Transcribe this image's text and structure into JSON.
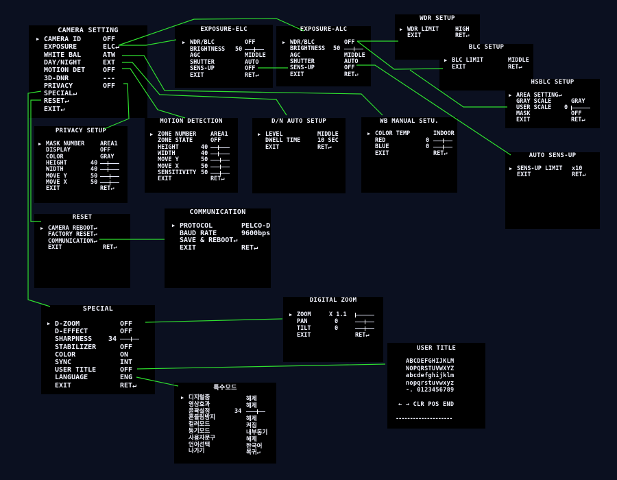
{
  "camera_setting": {
    "title": "CAMERA SETTING",
    "items": [
      {
        "label": "CAMERA ID",
        "value": "OFF"
      },
      {
        "label": "EXPOSURE",
        "value": "ELC↵"
      },
      {
        "label": "WHITE BAL",
        "value": "ATW"
      },
      {
        "label": "DAY/NIGHT",
        "value": "EXT"
      },
      {
        "label": "MOTION DET",
        "value": "OFF"
      },
      {
        "label": "3D-DNR",
        "value": "---"
      },
      {
        "label": "PRIVACY",
        "value": "OFF"
      },
      {
        "label": "SPECIAL↵",
        "value": ""
      },
      {
        "label": "RESET↵",
        "value": ""
      },
      {
        "label": "EXIT↵",
        "value": ""
      }
    ]
  },
  "exposure_elc": {
    "title": "EXPOSURE-ELC",
    "items": [
      {
        "label": "WDR/BLC",
        "value": "OFF"
      },
      {
        "label": "BRIGHTNESS",
        "num": "50",
        "slider": 0.5
      },
      {
        "label": "AGC",
        "value": "MIDDLE"
      },
      {
        "label": "SHUTTER",
        "value": "AUTO"
      },
      {
        "label": "SENS-UP",
        "value": "OFF"
      },
      {
        "label": "EXIT",
        "value": "RET↵"
      }
    ]
  },
  "exposure_alc": {
    "title": "EXPOSURE-ALC",
    "items": [
      {
        "label": "WDR/BLC",
        "value": "OFF"
      },
      {
        "label": "BRIGHTNESS",
        "num": "50",
        "slider": 0.5
      },
      {
        "label": "AGC",
        "value": "MIDDLE"
      },
      {
        "label": "SHUTTER",
        "value": "AUTO"
      },
      {
        "label": "SENS-UP",
        "value": "OFF"
      },
      {
        "label": "EXIT",
        "value": "RET↵"
      }
    ]
  },
  "wdr_setup": {
    "title": "WDR SETUP",
    "items": [
      {
        "label": "WDR LIMIT",
        "value": "HIGH"
      },
      {
        "label": "EXIT",
        "value": "RET↵"
      }
    ]
  },
  "blc_setup": {
    "title": "BLC SETUP",
    "items": [
      {
        "label": "BLC LIMIT",
        "value": "MIDDLE"
      },
      {
        "label": "EXIT",
        "value": "RET↵"
      }
    ]
  },
  "hsblc_setup": {
    "title": "HSBLC SETUP",
    "items": [
      {
        "label": "AREA SETTING↵",
        "value": ""
      },
      {
        "label": "GRAY SCALE",
        "value": "GRAY"
      },
      {
        "label": "USER SCALE",
        "num": "0",
        "slider": 0.0
      },
      {
        "label": "MASK",
        "value": "OFF"
      },
      {
        "label": "EXIT",
        "value": "RET↵"
      }
    ]
  },
  "auto_sens_up": {
    "title": "AUTO SENS-UP",
    "items": [
      {
        "label": "SENS-UP LIMIT",
        "value": "x10"
      },
      {
        "label": "EXIT",
        "value": "RET↵"
      }
    ]
  },
  "privacy_setup": {
    "title": "PRIVACY SETUP",
    "items": [
      {
        "label": "MASK NUMBER",
        "value": "AREA1"
      },
      {
        "label": "DISPLAY",
        "value": "OFF"
      },
      {
        "label": "COLOR",
        "value": "GRAY"
      },
      {
        "label": "HEIGHT",
        "num": "40",
        "slider": 0.4
      },
      {
        "label": "WIDTH",
        "num": "40",
        "slider": 0.4
      },
      {
        "label": "MOVE Y",
        "num": "50",
        "slider": 0.5
      },
      {
        "label": "MOVE X",
        "num": "50",
        "slider": 0.5
      },
      {
        "label": "EXIT",
        "value": "RET↵"
      }
    ]
  },
  "motion_detection": {
    "title": "MOTION DETECTION",
    "items": [
      {
        "label": "ZONE NUMBER",
        "value": "AREA1"
      },
      {
        "label": "ZONE STATE",
        "value": "OFF"
      },
      {
        "label": "HEIGHT",
        "num": "40",
        "slider": 0.4
      },
      {
        "label": "WIDTH",
        "num": "40",
        "slider": 0.4
      },
      {
        "label": "MOVE Y",
        "num": "50",
        "slider": 0.5
      },
      {
        "label": "MOVE X",
        "num": "50",
        "slider": 0.5
      },
      {
        "label": "SENSITIVITY",
        "num": "50",
        "slider": 0.5
      },
      {
        "label": "EXIT",
        "value": "RET↵"
      }
    ]
  },
  "dn_auto_setup": {
    "title": "D/N AUTO SETUP",
    "items": [
      {
        "label": "LEVEL",
        "value": "MIDDLE"
      },
      {
        "label": "DWELL TIME",
        "value": "10 SEC"
      },
      {
        "label": "EXIT",
        "value": "RET↵"
      }
    ]
  },
  "wb_manual": {
    "title": "WB MANUAL SETU.",
    "items": [
      {
        "label": "COLOR TEMP",
        "value": "INDOOR"
      },
      {
        "label": "RED",
        "num": "0",
        "slider": 0.5
      },
      {
        "label": "BLUE",
        "num": "0",
        "slider": 0.5
      },
      {
        "label": "EXIT",
        "value": "RET↵"
      }
    ]
  },
  "reset": {
    "title": "RESET",
    "items": [
      {
        "label": "CAMERA REBOOT↵",
        "value": ""
      },
      {
        "label": "FACTORY RESET↵",
        "value": ""
      },
      {
        "label": "COMMUNICATION↵",
        "value": ""
      },
      {
        "label": "EXIT",
        "value": "RET↵"
      }
    ]
  },
  "communication": {
    "title": "COMMUNICATION",
    "items": [
      {
        "label": "PROTOCOL",
        "value": "PELCO-D"
      },
      {
        "label": "BAUD RATE",
        "value": "9600bps"
      },
      {
        "label": "SAVE & REBOOT↵",
        "value": ""
      },
      {
        "label": "EXIT",
        "value": "RET↵"
      }
    ]
  },
  "special": {
    "title": "SPECIAL",
    "items": [
      {
        "label": "D-ZOOM",
        "value": "OFF"
      },
      {
        "label": "D-EFFECT",
        "value": "OFF"
      },
      {
        "label": "SHARPNESS",
        "num": "34",
        "slider": 0.6
      },
      {
        "label": "STABILIZER",
        "value": "OFF"
      },
      {
        "label": "COLOR",
        "value": "ON"
      },
      {
        "label": "SYNC",
        "value": "INT"
      },
      {
        "label": "USER TITLE",
        "value": "OFF"
      },
      {
        "label": "LANGUAGE",
        "value": "ENG"
      },
      {
        "label": "EXIT",
        "value": "RET↵"
      }
    ]
  },
  "digital_zoom": {
    "title": "DIGITAL ZOOM",
    "items": [
      {
        "label": "ZOOM",
        "num": "X 1.1",
        "slider": 0.0
      },
      {
        "label": "PAN",
        "num": "0",
        "slider": 0.5
      },
      {
        "label": "TILT",
        "num": "0",
        "slider": 0.5
      },
      {
        "label": "EXIT",
        "value": "RET↵"
      }
    ]
  },
  "user_title": {
    "title": "USER TITLE",
    "char_rows": [
      "ABCDEFGHIJKLM",
      "NOPQRSTUVWXYZ",
      "abcdefghijklm",
      "nopqrstuvwxyz",
      "-. 0123456789"
    ],
    "controls": "←  →  CLR POS END",
    "entry": "--------------------"
  },
  "special_korean": {
    "title": "특수모드",
    "items": [
      {
        "label": "디지털줌",
        "value": "해제"
      },
      {
        "label": "영상효과",
        "value": "해제"
      },
      {
        "label": "윤곽설정",
        "num": "34",
        "slider": 0.6
      },
      {
        "label": "흔들림방지",
        "value": "해제"
      },
      {
        "label": "컬러모드",
        "value": "켜짐"
      },
      {
        "label": "동기모드",
        "value": "내부동기"
      },
      {
        "label": "사용자문구",
        "value": "해제"
      },
      {
        "label": "언어선택",
        "value": "한국어"
      },
      {
        "label": "나가기",
        "value": "복귀↵"
      }
    ]
  },
  "colors": {
    "connector": "#2fe02f",
    "panel": "#000000",
    "background": "#0b1020",
    "text": "#f2f4ff"
  }
}
